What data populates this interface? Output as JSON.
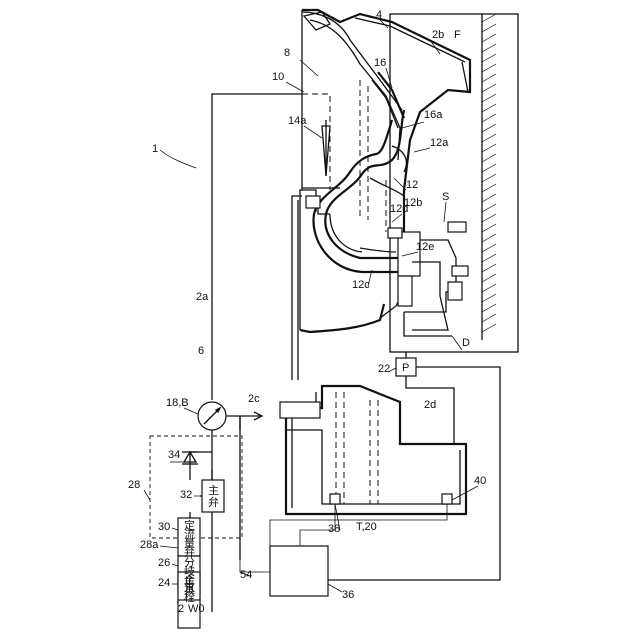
{
  "labels": {
    "system": "1",
    "water_source": "W0",
    "supply_line": "2",
    "pipe_2a": "2a",
    "pipe_2b": "2b",
    "pipe_2c": "2c",
    "pipe_2d": "2d",
    "toilet_body": "4",
    "supply_unit": "6",
    "bowl": "8",
    "rim": "10",
    "trap": "12",
    "trap_12a": "12a",
    "trap_12b": "12b",
    "trap_12c": "12c",
    "trap_12d": "12d",
    "trap_12e": "12e",
    "nozzle": "14a",
    "jet": "16",
    "jet_16a": "16a",
    "switch_valve": "18,B",
    "pump": "22",
    "pump_symbol": "P",
    "stop_cock_ref": "24",
    "branch_ref": "26",
    "unit_28": "28",
    "unit_28a": "28a",
    "flow_valve_ref": "30",
    "main_valve_ref": "32",
    "check_valve_ref": "34",
    "controller_ref": "36",
    "sensor_38": "38",
    "sensor_40": "40",
    "tank": "T,20",
    "line_54": "54",
    "seal": "S",
    "floor": "F",
    "drain": "D"
  },
  "components": {
    "stop_cock": [
      "止",
      "水",
      "栓"
    ],
    "branch_fitting": [
      "分",
      "岐",
      "金",
      "具"
    ],
    "constant_flow_valve": [
      "定",
      "流",
      "量",
      "弁"
    ],
    "main_valve": [
      "主",
      "弁"
    ]
  }
}
